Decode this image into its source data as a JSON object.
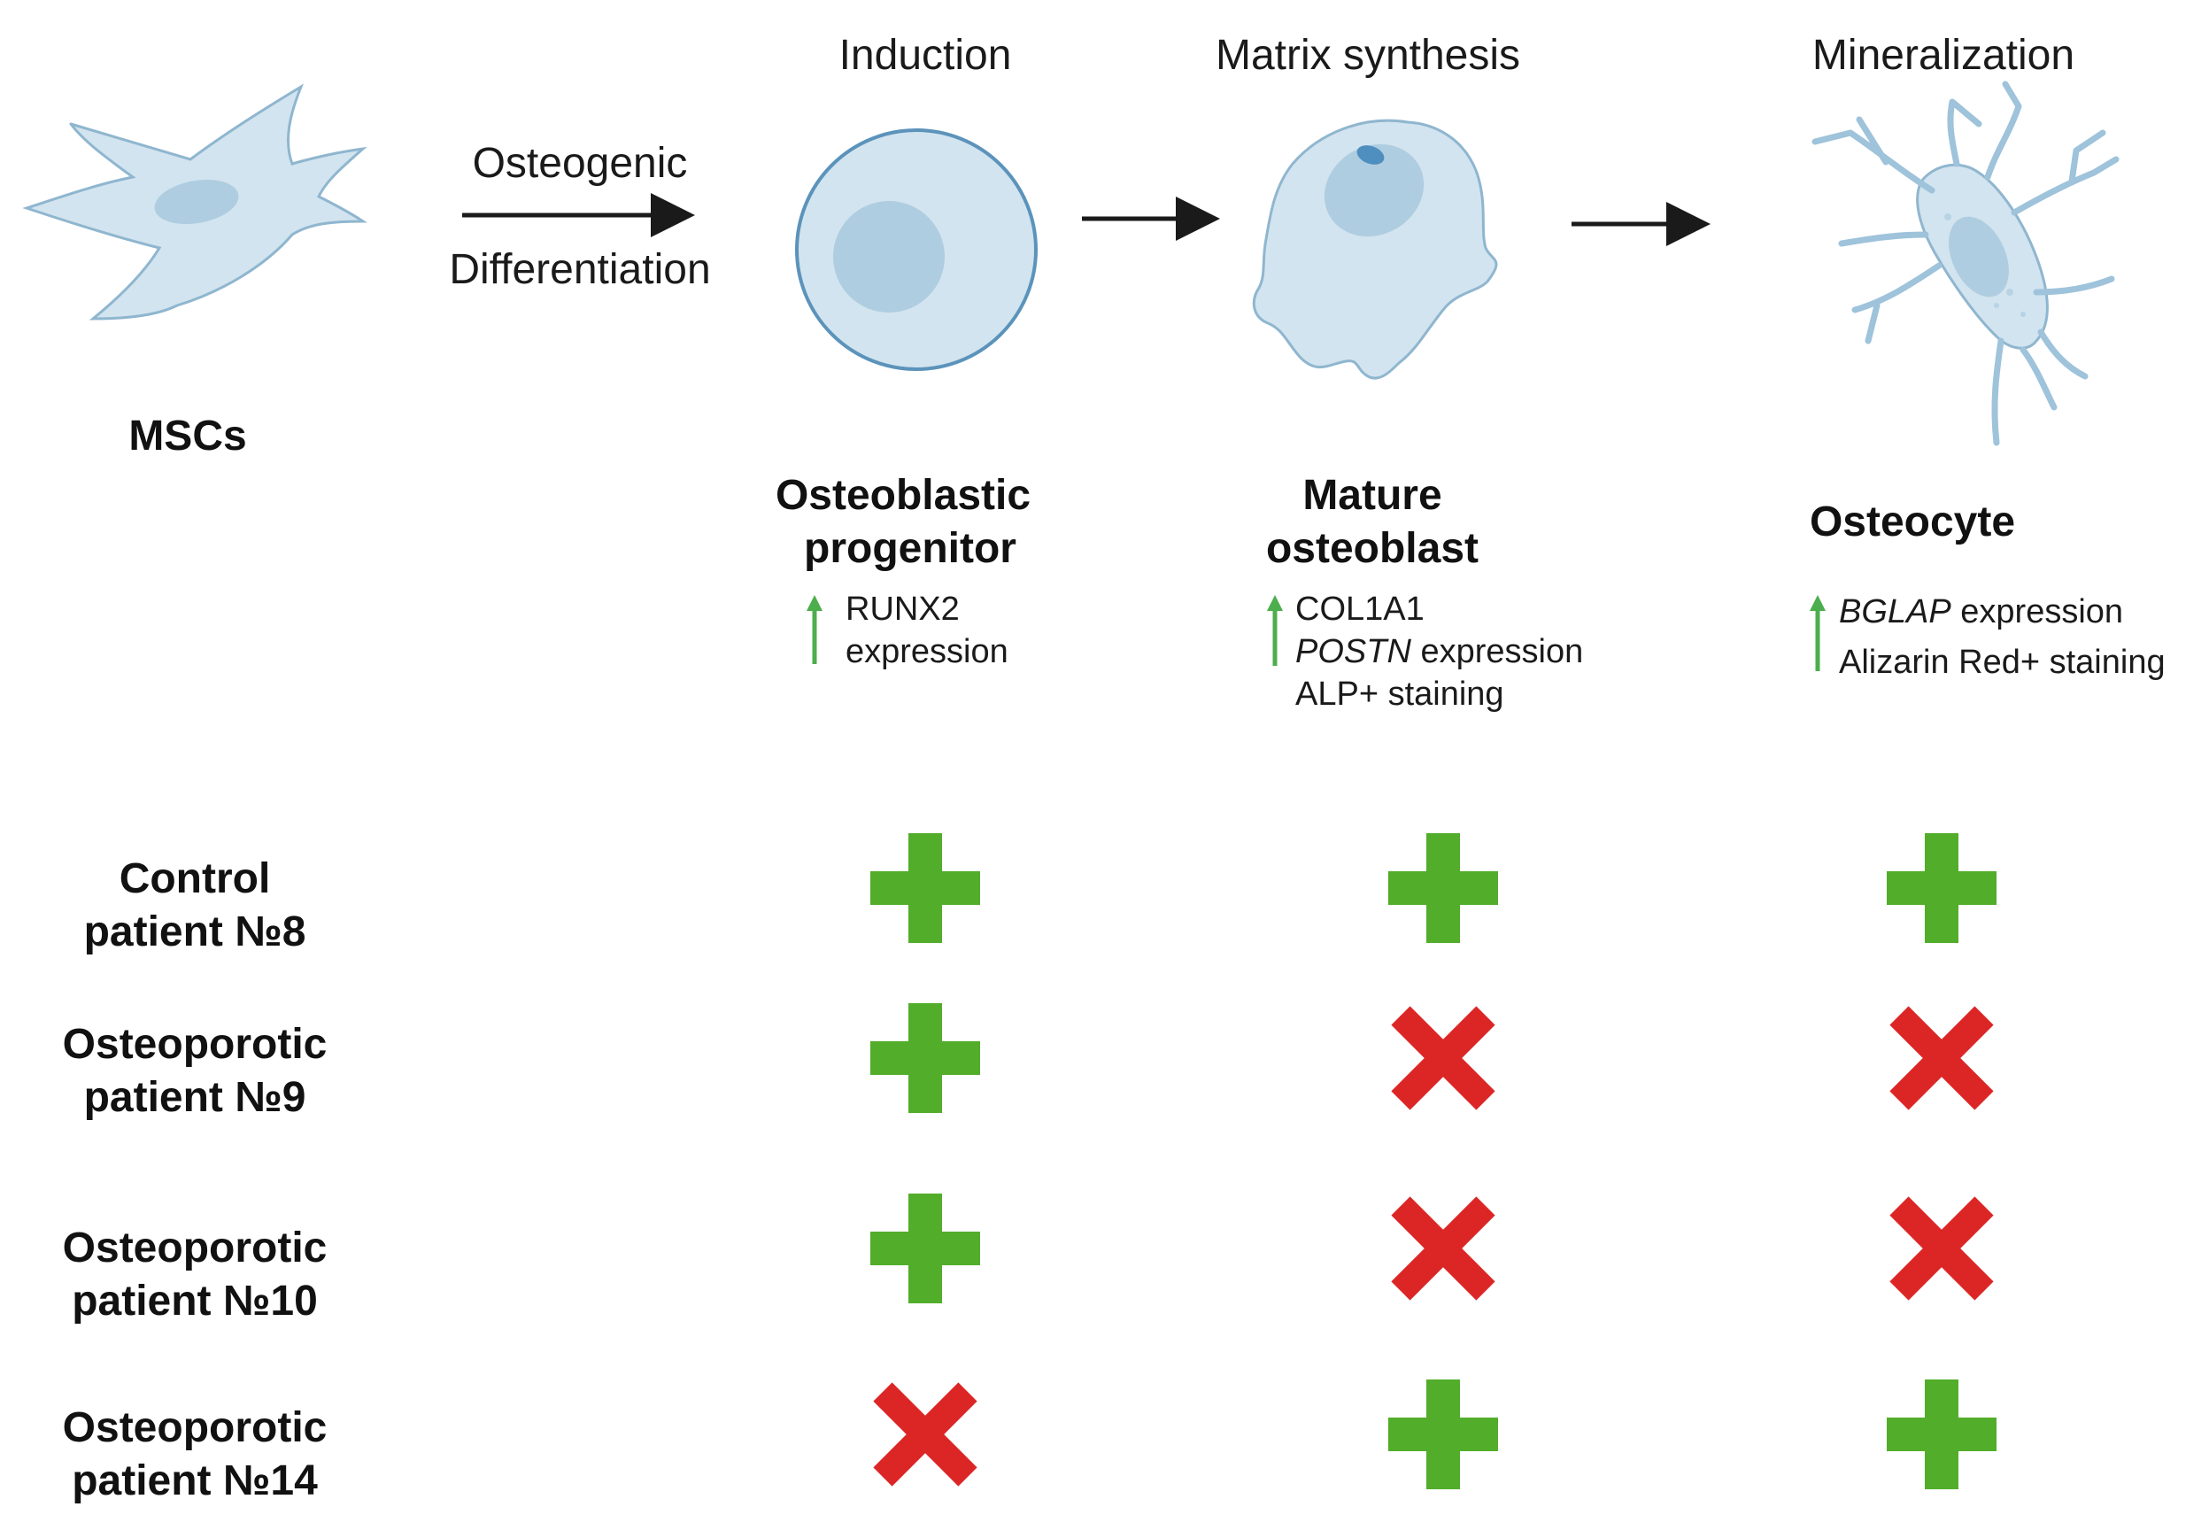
{
  "stages": [
    {
      "title": "Induction"
    },
    {
      "title": "Matrix synthesis"
    },
    {
      "title": "Mineralization"
    }
  ],
  "arrow_label": {
    "line1": "Osteogenic",
    "line2": "Differentiation"
  },
  "cells": {
    "mscs": {
      "name": "MSCs"
    },
    "progenitor": {
      "name_line1": "Osteoblastic",
      "name_line2": "progenitor",
      "gene": "RUNX2",
      "marker_line2": "expression"
    },
    "osteoblast": {
      "name_line1": "Mature",
      "name_line2": "osteoblast",
      "gene1": "COL1A1",
      "gene2": "POSTN",
      "gene2_suffix": " expression",
      "staining": "ALP+ staining"
    },
    "osteocyte": {
      "name": "Osteocyte",
      "gene": "BGLAP",
      "gene_suffix": " expression",
      "staining": "Alizarin Red+ staining"
    }
  },
  "rows": [
    {
      "line1": "Control",
      "line2": "patient №8",
      "results": [
        "positive",
        "positive",
        "positive"
      ]
    },
    {
      "line1": "Osteoporotic",
      "line2": "patient №9",
      "results": [
        "positive",
        "negative",
        "negative"
      ]
    },
    {
      "line1": "Osteoporotic",
      "line2": "patient №10",
      "results": [
        "positive",
        "negative",
        "negative"
      ]
    },
    {
      "line1": "Osteoporotic",
      "line2": "patient №14",
      "results": [
        "negative",
        "positive",
        "positive"
      ]
    }
  ],
  "colors": {
    "positive": "#52ad2a",
    "negative": "#dc2626",
    "cell_fill": "#d2e4ef",
    "up_arrow": "#4cae4c"
  }
}
